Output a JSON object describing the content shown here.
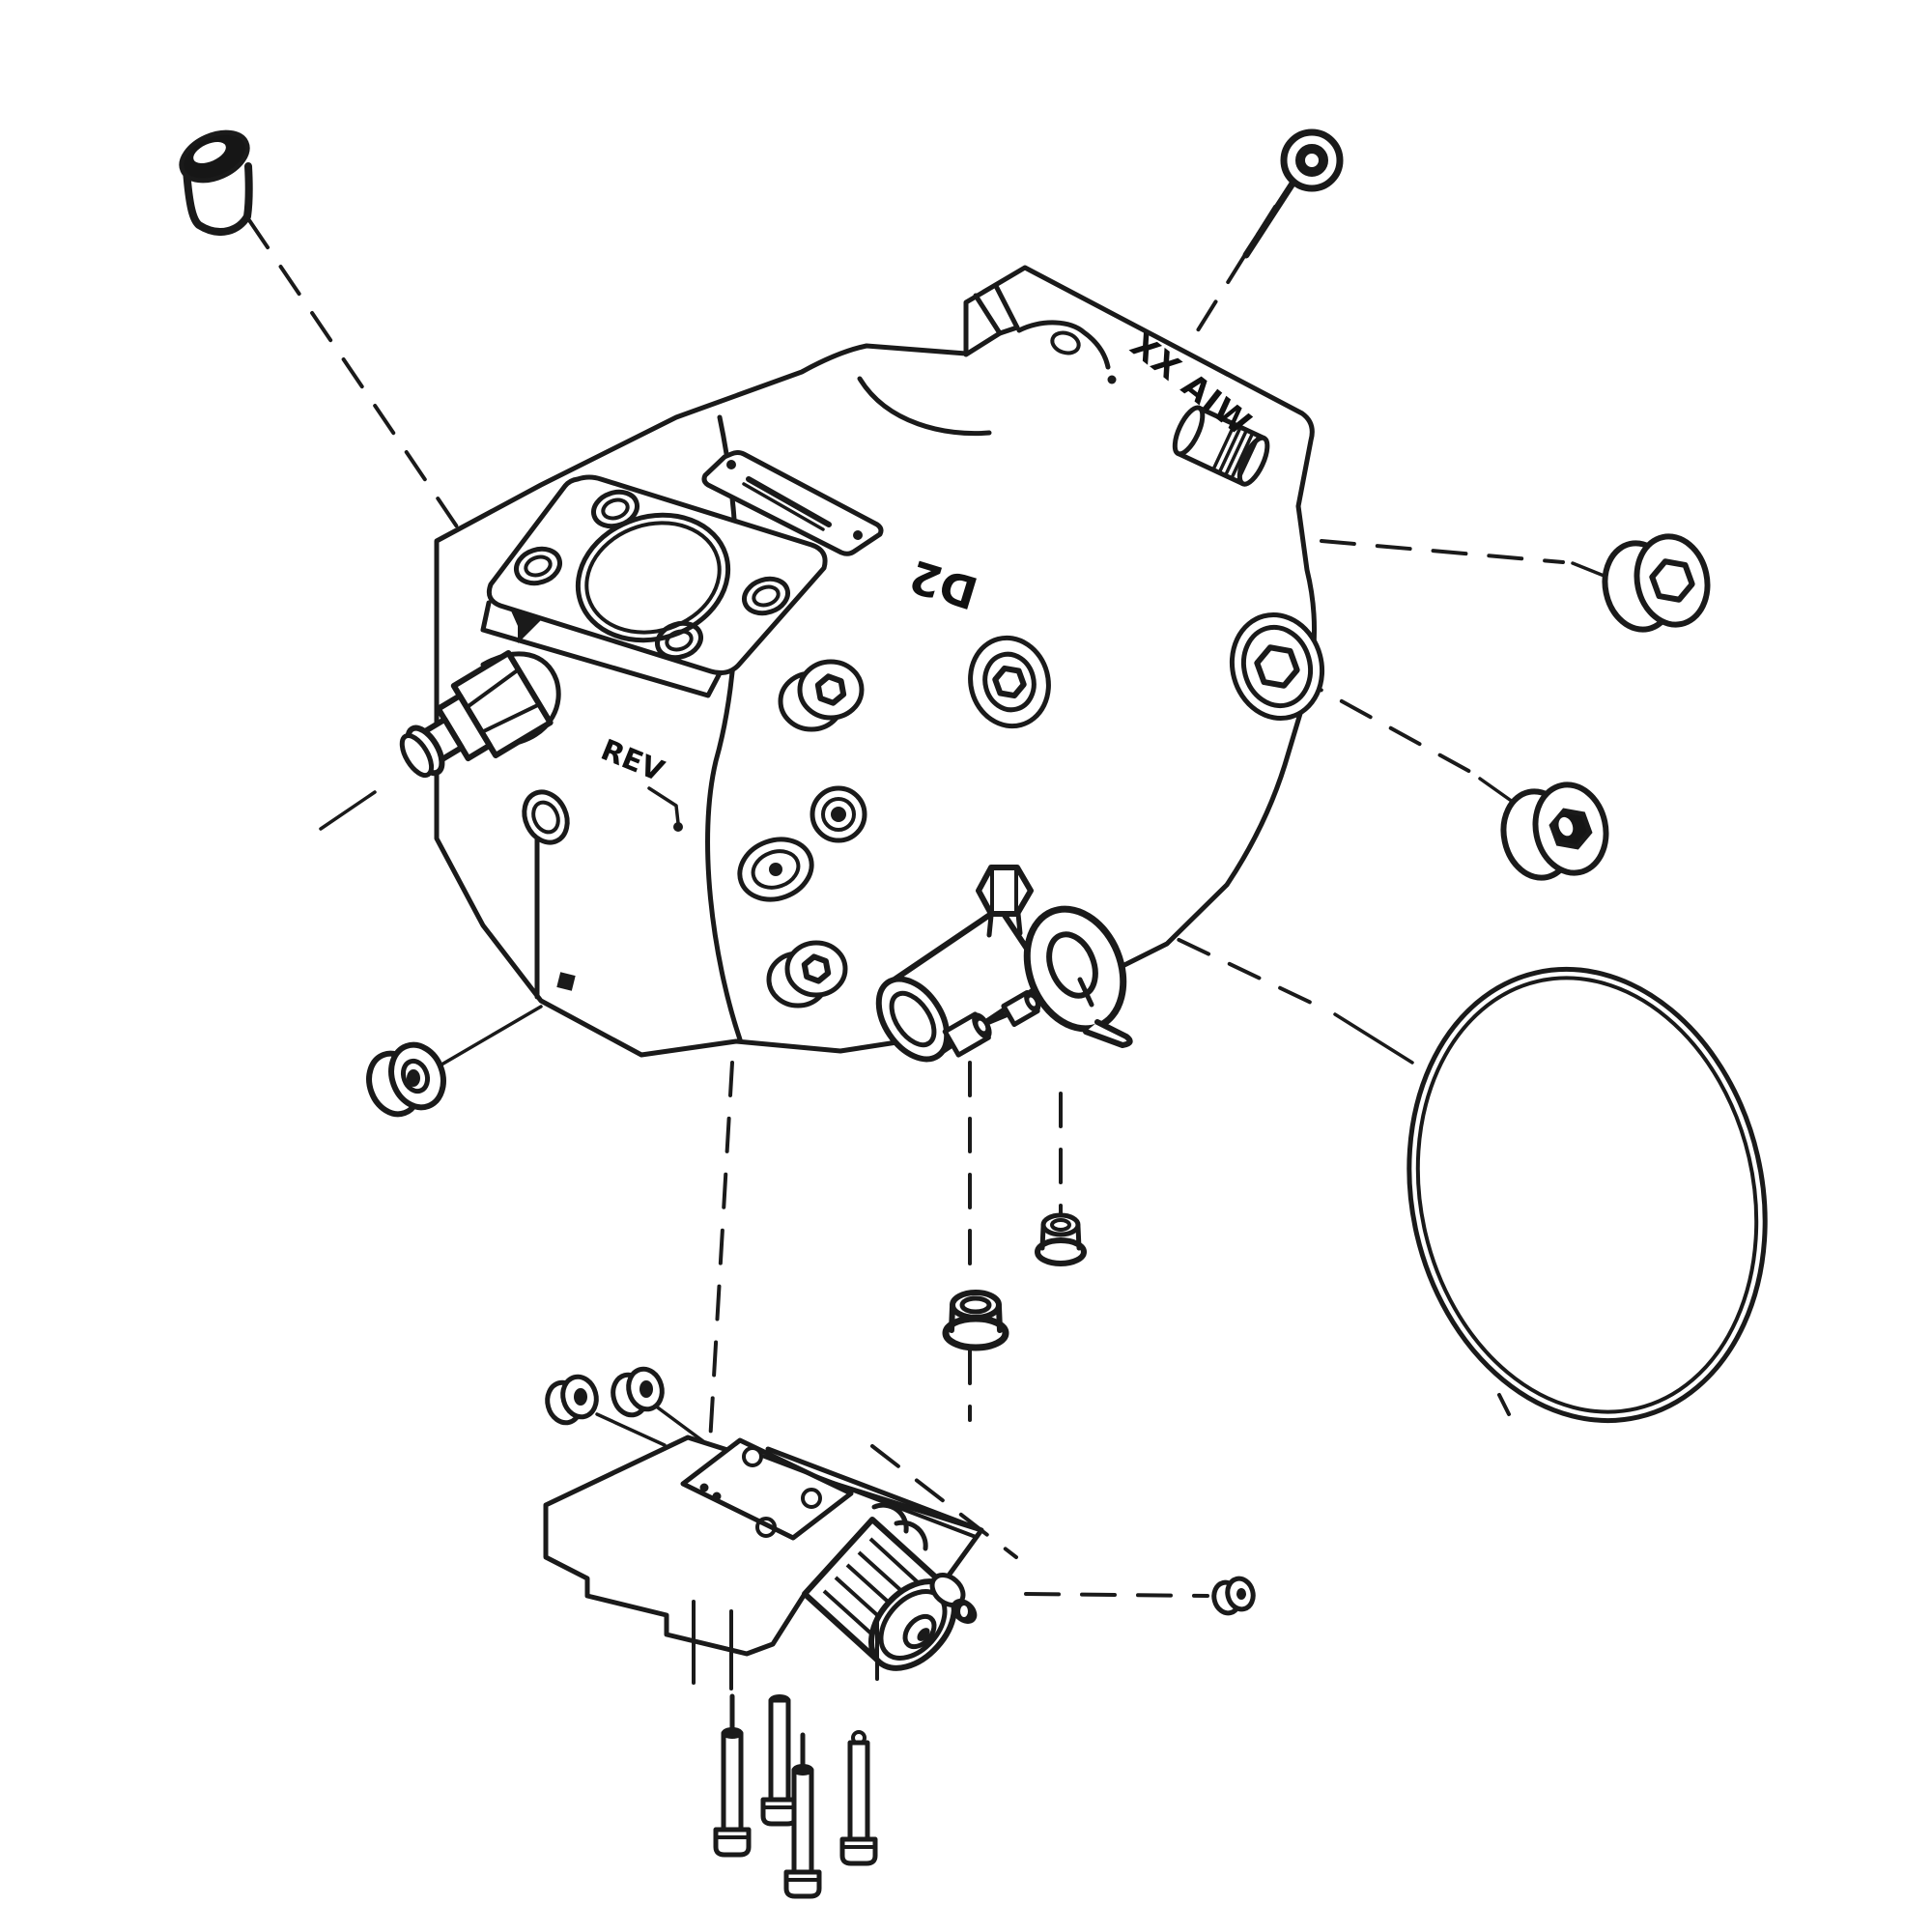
{
  "diagram": {
    "type": "exploded-parts-diagram",
    "subject": "hydraulic axial piston pump assembly",
    "background_color": "#ffffff",
    "line_color": "#1a1a1a",
    "labels": {
      "casting_mark": "XX AIW",
      "port_mark": "D2",
      "rev_mark": "REV"
    },
    "parts": [
      {
        "id": "bushing-plug-top-left",
        "name": "bushing plug"
      },
      {
        "id": "socket-screw-top-right",
        "name": "socket head screw"
      },
      {
        "id": "pump-housing",
        "name": "pump housing"
      },
      {
        "id": "mounting-flange",
        "name": "mounting flange"
      },
      {
        "id": "nameplate",
        "name": "nameplate"
      },
      {
        "id": "knurled-plug",
        "name": "knurled plug"
      },
      {
        "id": "drive-shaft",
        "name": "drive shaft"
      },
      {
        "id": "center-port-boss",
        "name": "center port boss"
      },
      {
        "id": "side-port-boss",
        "name": "side port boss"
      },
      {
        "id": "relief-fitting",
        "name": "relief valve fitting"
      },
      {
        "id": "eye-ring-plate",
        "name": "eye ring plate"
      },
      {
        "id": "hex-plug-right-upper",
        "name": "hex socket plug"
      },
      {
        "id": "hex-plug-right-lower",
        "name": "hex socket plug"
      },
      {
        "id": "o-ring",
        "name": "O-ring seal"
      },
      {
        "id": "port-plug-bottom-left",
        "name": "port plug"
      },
      {
        "id": "center-cap",
        "name": "cap plug"
      },
      {
        "id": "center-plug",
        "name": "small plug"
      },
      {
        "id": "control-valve-block",
        "name": "control valve block"
      },
      {
        "id": "valve-plug-a",
        "name": "valve plug"
      },
      {
        "id": "valve-plug-b",
        "name": "valve plug"
      },
      {
        "id": "plug-far-right",
        "name": "small plug"
      },
      {
        "id": "bolt-1",
        "name": "socket head bolt"
      },
      {
        "id": "bolt-2",
        "name": "socket head bolt"
      },
      {
        "id": "bolt-3",
        "name": "socket head bolt"
      },
      {
        "id": "bolt-4",
        "name": "socket head bolt"
      }
    ]
  }
}
